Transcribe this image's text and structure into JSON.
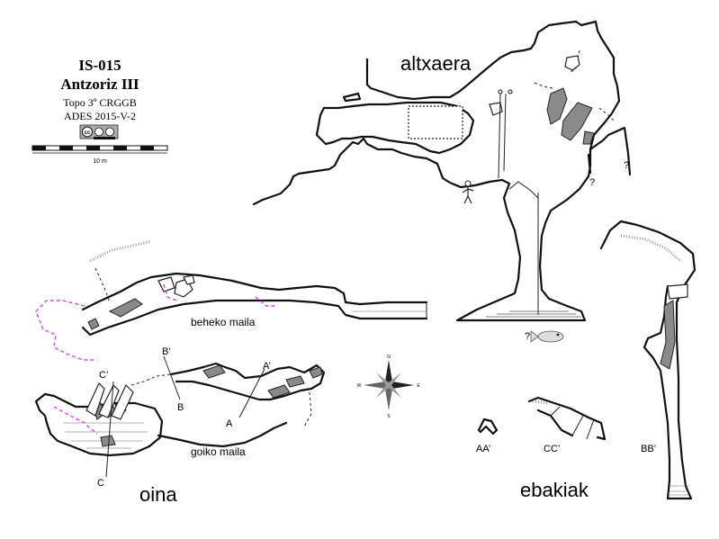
{
  "title_block": {
    "code": "IS-015",
    "name": "Antzoriz III",
    "survey": "Topo 3º CRGGB",
    "survey_date": "ADES 2015-V-2",
    "license_icon": "cc-by-icon",
    "scale_label": "10 m"
  },
  "sections": {
    "elevation_title": "altxaera",
    "plan_title": "oina",
    "cross_sections_title": "ebakiak"
  },
  "plan_labels": {
    "lower_level": "beheko maila",
    "upper_level": "goiko maila",
    "section_b_start": "B’",
    "section_b_end": "B",
    "section_c_start": "C’",
    "section_c_end": "C",
    "section_a_start": "A’",
    "section_a_end": "A"
  },
  "cross_section_labels": {
    "aa": "AA’",
    "cc": "CC’",
    "bb": "BB’"
  },
  "elevation_marks": {
    "unknown_1": "?",
    "unknown_2": "?",
    "unknown_3": "?"
  },
  "compass": {
    "north": "N",
    "south": "S",
    "east": "E",
    "west": "W",
    "icon": "compass-rose-icon"
  },
  "colors": {
    "walls": "#111111",
    "rock_fill": "#8a8a8a",
    "unsurveyed_dashed": "#e040e0"
  }
}
